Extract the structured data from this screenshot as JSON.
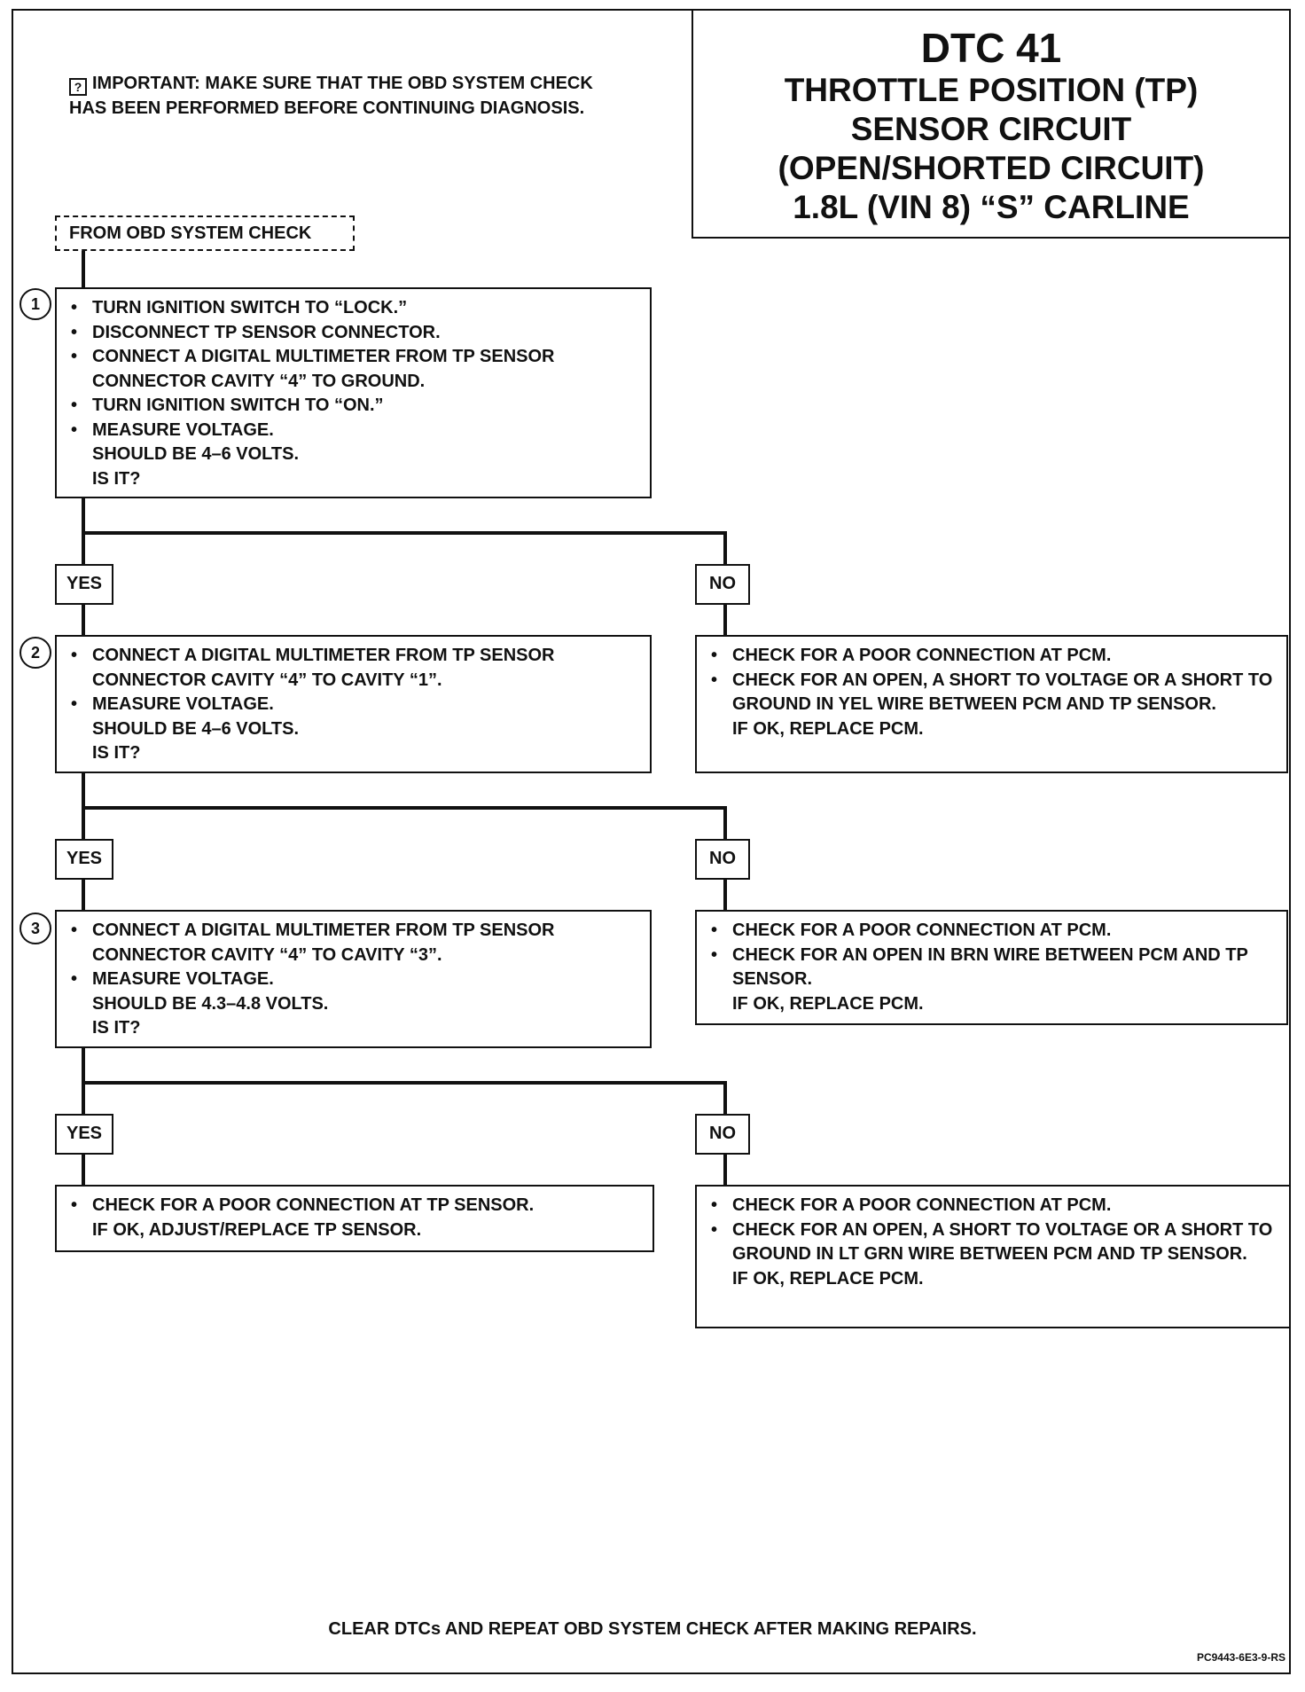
{
  "title": {
    "dtc": "DTC 41",
    "lines": [
      "THROTTLE POSITION (TP)",
      "SENSOR CIRCUIT",
      "(OPEN/SHORTED CIRCUIT)",
      "1.8L (VIN 8) “S” CARLINE"
    ]
  },
  "important_note": "IMPORTANT:  MAKE SURE THAT THE OBD SYSTEM CHECK HAS BEEN PERFORMED BEFORE CONTINUING DIAGNOSIS.",
  "start_label": "FROM OBD SYSTEM CHECK",
  "steps": [
    {
      "number": "1",
      "bullets": [
        "TURN IGNITION SWITCH TO “LOCK.”",
        "DISCONNECT TP SENSOR CONNECTOR.",
        "CONNECT A DIGITAL MULTIMETER FROM TP SENSOR CONNECTOR CAVITY “4” TO GROUND.",
        "TURN IGNITION SWITCH TO “ON.”",
        "MEASURE VOLTAGE."
      ],
      "criteria": [
        "SHOULD BE 4–6 VOLTS.",
        "IS IT?"
      ]
    },
    {
      "number": "2",
      "bullets": [
        "CONNECT A DIGITAL MULTIMETER FROM TP SENSOR CONNECTOR CAVITY “4” TO CAVITY “1”.",
        "MEASURE VOLTAGE."
      ],
      "criteria": [
        "SHOULD BE 4–6 VOLTS.",
        "IS IT?"
      ]
    },
    {
      "number": "3",
      "bullets": [
        "CONNECT A DIGITAL MULTIMETER FROM TP SENSOR CONNECTOR CAVITY “4” TO CAVITY “3”.",
        "MEASURE VOLTAGE."
      ],
      "criteria": [
        "SHOULD BE 4.3–4.8 VOLTS.",
        "IS IT?"
      ]
    }
  ],
  "yes_label": "YES",
  "no_label": "NO",
  "no_actions": [
    {
      "bullets": [
        "CHECK FOR A POOR CONNECTION AT PCM.",
        "CHECK FOR AN OPEN, A SHORT TO VOLTAGE OR A SHORT TO GROUND IN YEL WIRE BETWEEN PCM AND TP SENSOR."
      ],
      "followup": "IF OK, REPLACE PCM."
    },
    {
      "bullets": [
        "CHECK FOR A POOR CONNECTION AT PCM.",
        "CHECK FOR AN OPEN IN BRN WIRE BETWEEN PCM AND TP SENSOR."
      ],
      "followup": "IF OK, REPLACE PCM."
    },
    {
      "bullets": [
        "CHECK FOR A POOR CONNECTION AT PCM.",
        "CHECK FOR AN OPEN, A SHORT TO VOLTAGE OR A SHORT TO GROUND IN LT GRN WIRE BETWEEN PCM AND TP SENSOR."
      ],
      "followup": "IF OK, REPLACE PCM."
    }
  ],
  "final_yes_action": {
    "bullets": [
      "CHECK FOR A POOR CONNECTION AT TP SENSOR."
    ],
    "followup": "IF OK, ADJUST/REPLACE TP SENSOR."
  },
  "footer": "CLEAR DTCs AND REPEAT OBD SYSTEM CHECK AFTER MAKING REPAIRS.",
  "figure_ref": "PC9443-6E3-9-RS"
}
